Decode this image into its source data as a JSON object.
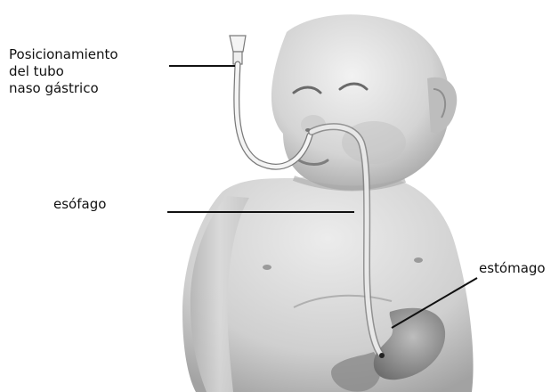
{
  "labels": {
    "tube": [
      "Posicionamiento",
      "del tubo",
      "naso gástrico"
    ],
    "esophagus": "esófago",
    "stomach": "estómago"
  },
  "colors": {
    "text": "#111111",
    "leader": "#111111",
    "skin_light": "#e4e4e4",
    "skin_mid": "#c8c8c8",
    "skin_dark": "#8e8e8e",
    "tube": "#f4f4f4",
    "tube_outline": "#7a7a7a"
  },
  "icons": {
    "figure": "infant-anatomy-illustration"
  }
}
